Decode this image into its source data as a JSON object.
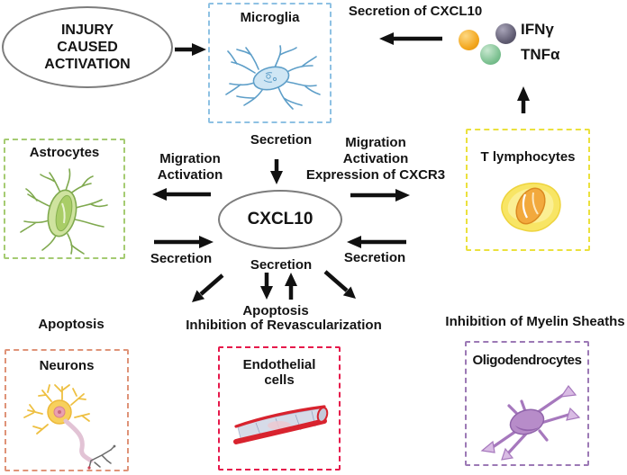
{
  "nodes": {
    "injury": {
      "lines": [
        "INJURY",
        "CAUSED",
        "ACTIVATION"
      ]
    },
    "microglia": {
      "label": "Microglia"
    },
    "astrocytes": {
      "label": "Astrocytes"
    },
    "t_lymphocytes": {
      "label": "T lymphocytes"
    },
    "cxcl10": {
      "label": "CXCL10"
    },
    "neurons": {
      "label": "Neurons"
    },
    "endothelial": {
      "lines": [
        "Endothelial",
        "cells"
      ]
    },
    "oligodendrocytes": {
      "label": "Oligodendrocytes"
    }
  },
  "cytokines": {
    "ifng": "IFNγ",
    "tnfa": "TNFα"
  },
  "labels": {
    "secretion_of_cxcl10": "Secretion of CXCL10",
    "secretion_microglia": "Secretion",
    "migration_activation_astrocytes": [
      "Migration",
      "Activation"
    ],
    "migration_activation_tcells": [
      "Migration",
      "Activation",
      "Expression of CXCR3"
    ],
    "secretion_astrocytes": "Secretion",
    "secretion_tcells": "Secretion",
    "secretion_center": "Secretion",
    "apoptosis_center": "Apoptosis",
    "inhibition_revascularization": "Inhibition of Revascularization",
    "apoptosis_neurons": "Apoptosis",
    "inhibition_myelin_sheaths": "Inhibition of Myelin Sheaths"
  },
  "colors": {
    "arrow": "#111111",
    "node_border": "#7d7d7d",
    "microglia_border": "#8ec1e3",
    "astrocytes_border": "#a5cb72",
    "t_lymphocytes_border": "#ebe13d",
    "neurons_border": "#df9378",
    "endothelial_border": "#e6194b",
    "oligodendrocytes_border": "#9c79b5",
    "cytokine_dot_orange": "#f3a71e",
    "ifng_dot": "#5e5a70",
    "tnfa_dot": "#79bf8e"
  }
}
